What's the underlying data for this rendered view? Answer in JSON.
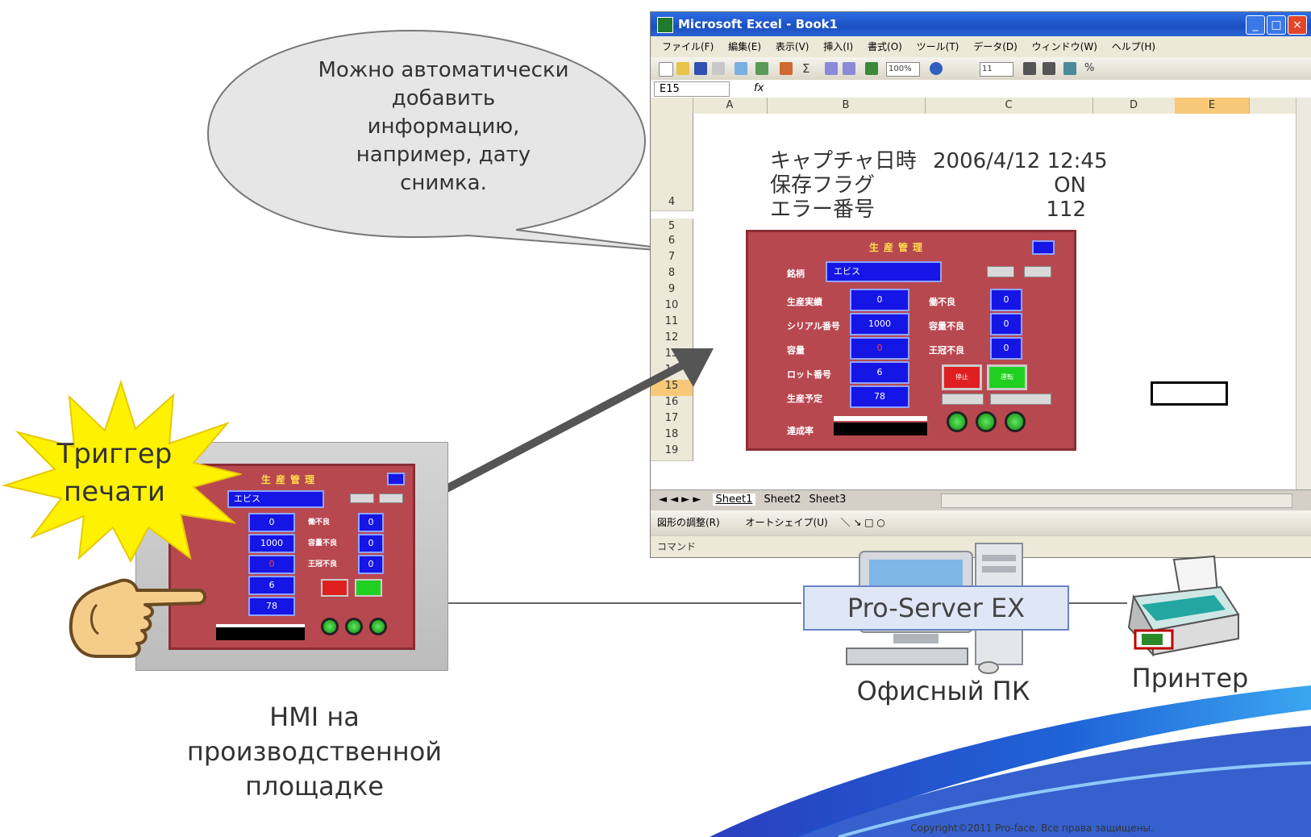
{
  "bubble": {
    "lines": [
      "Можно автоматически",
      "добавить",
      "информацию,",
      "например, дату",
      "снимка."
    ]
  },
  "trigger": {
    "lines": [
      "Триггер",
      "печати"
    ]
  },
  "captions": {
    "hmi_lines": [
      "HMI на",
      "производственной",
      "площадке"
    ],
    "pc": "Офисный ПК",
    "printer": "Принтер",
    "server": "Pro-Server EX"
  },
  "copyright": "Copyright©2011 Pro-face. Все права защищены.",
  "excel": {
    "title": "Microsoft Excel - Book1",
    "menu": [
      "ファイル(F)",
      "編集(E)",
      "表示(V)",
      "挿入(I)",
      "書式(O)",
      "ツール(T)",
      "データ(D)",
      "ウィンドウ(W)",
      "ヘルプ(H)"
    ],
    "zoom": "100%",
    "font_size": "11",
    "name_box": "E15",
    "fx": "fx",
    "columns": [
      "A",
      "B",
      "C",
      "D",
      "E"
    ],
    "rows": [
      "4",
      "5",
      "6",
      "7",
      "8",
      "9",
      "10",
      "11",
      "12",
      "13",
      "14",
      "15",
      "16",
      "17",
      "18",
      "19"
    ],
    "cells": {
      "r2b": "キャプチャ日時",
      "r2c": "2006/4/12 12:45",
      "r3b": "保存フラグ",
      "r3c": "ON",
      "r4b": "エラー番号",
      "r4c": "112"
    },
    "sheets": [
      "Sheet1",
      "Sheet2",
      "Sheet3"
    ],
    "draw_label": "図形の調整(R)",
    "autoshape_label": "オートシェイプ(U)",
    "status": "コマンド"
  },
  "panel": {
    "title": "生産管理",
    "brand_label": "銘柄",
    "brand_value": "エビス",
    "left_labels": [
      "生産実績",
      "シリアル番号",
      "容量",
      "ロット番号",
      "生産予定"
    ],
    "left_values": [
      "0",
      "1000",
      "0",
      "6",
      "78"
    ],
    "right_labels": [
      "働不良",
      "容量不良",
      "王冠不良"
    ],
    "right_values": [
      "0",
      "0",
      "0"
    ],
    "rate_label": "達成率",
    "red_btn": "停止",
    "green_btn": "運転"
  },
  "colors": {
    "panel_bg": "#b84850",
    "panel_box": "#1515e6",
    "arrow": "#555555",
    "bubble": "#e6e6e6",
    "burst": "#fff200"
  }
}
